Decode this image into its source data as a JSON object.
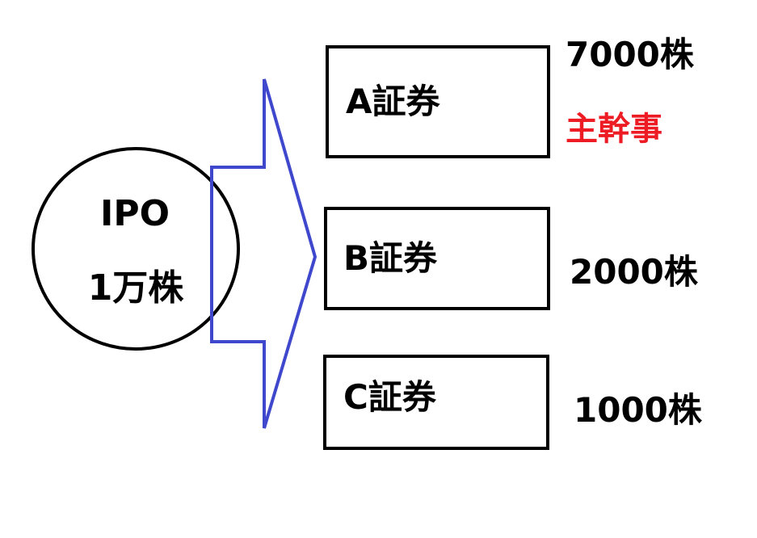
{
  "ipo": {
    "title": "IPO",
    "amount": "1万株"
  },
  "securities": [
    {
      "name": "A証券",
      "amount": "7000株",
      "role": "主幹事"
    },
    {
      "name": "B証券",
      "amount": "2000株"
    },
    {
      "name": "C証券",
      "amount": "1000株"
    }
  ],
  "colors": {
    "arrow": "#3f48cc",
    "lead_manager": "#ed1c24",
    "text": "#000000",
    "stroke": "#000000"
  }
}
